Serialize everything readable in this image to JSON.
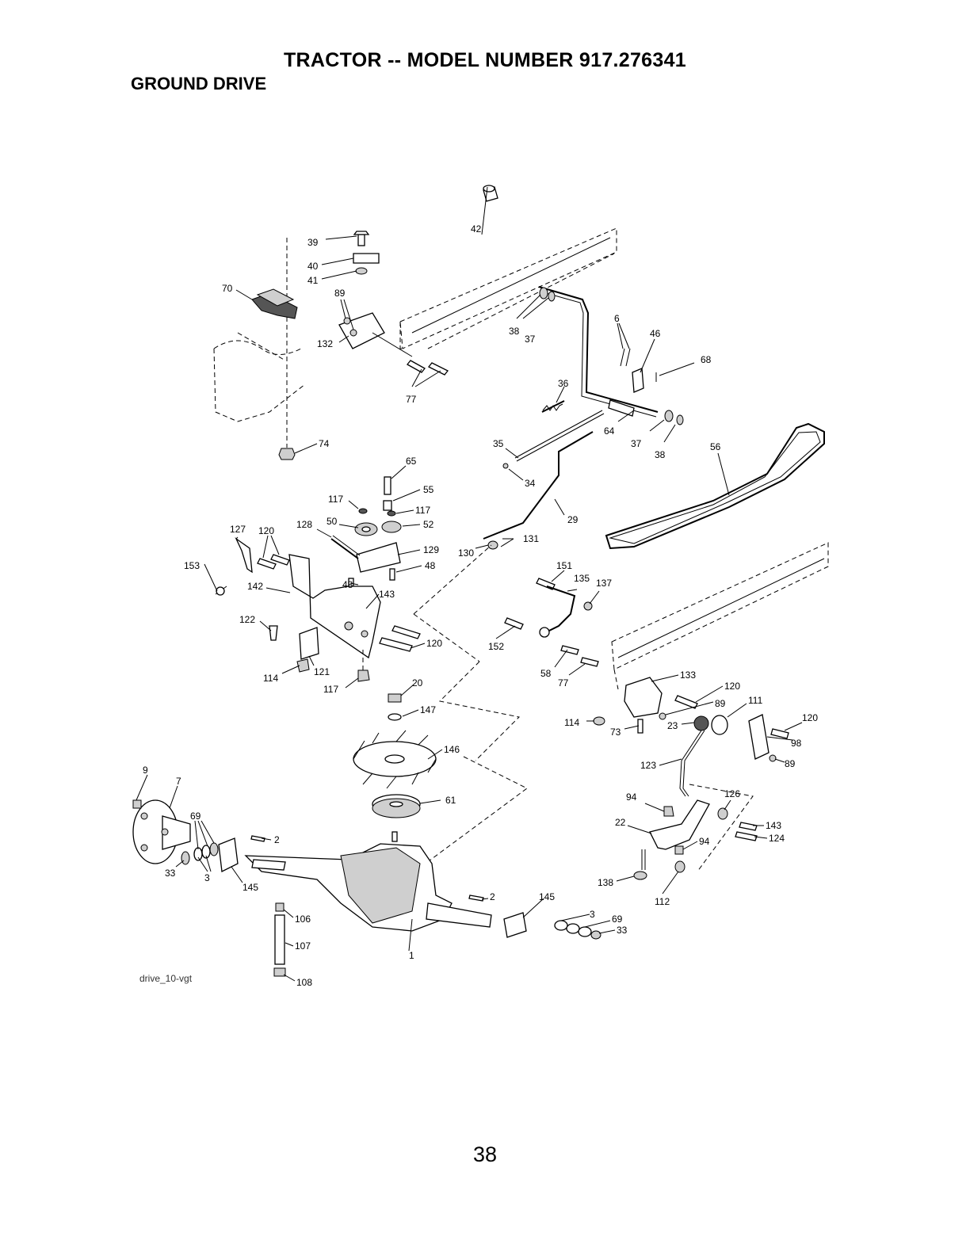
{
  "title": "TRACTOR -- MODEL NUMBER 917.276341",
  "subtitle": "GROUND DRIVE",
  "drawing_code": "drive_10-vgt",
  "page_number": "38",
  "callouts": [
    {
      "id": "c39",
      "label": "39"
    },
    {
      "id": "c40",
      "label": "40"
    },
    {
      "id": "c41",
      "label": "41"
    },
    {
      "id": "c42",
      "label": "42"
    },
    {
      "id": "c70",
      "label": "70"
    },
    {
      "id": "c89a",
      "label": "89"
    },
    {
      "id": "c132",
      "label": "132"
    },
    {
      "id": "c77a",
      "label": "77"
    },
    {
      "id": "c38a",
      "label": "38"
    },
    {
      "id": "c37a",
      "label": "37"
    },
    {
      "id": "c6",
      "label": "6"
    },
    {
      "id": "c46",
      "label": "46"
    },
    {
      "id": "c68",
      "label": "68"
    },
    {
      "id": "c36",
      "label": "36"
    },
    {
      "id": "c64",
      "label": "64"
    },
    {
      "id": "c37b",
      "label": "37"
    },
    {
      "id": "c38b",
      "label": "38"
    },
    {
      "id": "c56",
      "label": "56"
    },
    {
      "id": "c74",
      "label": "74"
    },
    {
      "id": "c35",
      "label": "35"
    },
    {
      "id": "c34",
      "label": "34"
    },
    {
      "id": "c29",
      "label": "29"
    },
    {
      "id": "c65",
      "label": "65"
    },
    {
      "id": "c55",
      "label": "55"
    },
    {
      "id": "c117a",
      "label": "117"
    },
    {
      "id": "c117b",
      "label": "117"
    },
    {
      "id": "c50",
      "label": "50"
    },
    {
      "id": "c52",
      "label": "52"
    },
    {
      "id": "c127",
      "label": "127"
    },
    {
      "id": "c120a",
      "label": "120"
    },
    {
      "id": "c128",
      "label": "128"
    },
    {
      "id": "c129",
      "label": "129"
    },
    {
      "id": "c48a",
      "label": "48"
    },
    {
      "id": "c48b",
      "label": "48"
    },
    {
      "id": "c153",
      "label": "153"
    },
    {
      "id": "c142",
      "label": "142"
    },
    {
      "id": "c143a",
      "label": "143"
    },
    {
      "id": "c130",
      "label": "130"
    },
    {
      "id": "c131",
      "label": "131"
    },
    {
      "id": "c151",
      "label": "151"
    },
    {
      "id": "c135",
      "label": "135"
    },
    {
      "id": "c137",
      "label": "137"
    },
    {
      "id": "c122",
      "label": "122"
    },
    {
      "id": "c120b",
      "label": "120"
    },
    {
      "id": "c152",
      "label": "152"
    },
    {
      "id": "c114a",
      "label": "114"
    },
    {
      "id": "c121",
      "label": "121"
    },
    {
      "id": "c117c",
      "label": "117"
    },
    {
      "id": "c58",
      "label": "58"
    },
    {
      "id": "c77b",
      "label": "77"
    },
    {
      "id": "c133",
      "label": "133"
    },
    {
      "id": "c120c",
      "label": "120"
    },
    {
      "id": "c20",
      "label": "20"
    },
    {
      "id": "c147",
      "label": "147"
    },
    {
      "id": "c89b",
      "label": "89"
    },
    {
      "id": "c111",
      "label": "111"
    },
    {
      "id": "c114b",
      "label": "114"
    },
    {
      "id": "c73",
      "label": "73"
    },
    {
      "id": "c23",
      "label": "23"
    },
    {
      "id": "c120d",
      "label": "120"
    },
    {
      "id": "c98",
      "label": "98"
    },
    {
      "id": "c146",
      "label": "146"
    },
    {
      "id": "c123",
      "label": "123"
    },
    {
      "id": "c89c",
      "label": "89"
    },
    {
      "id": "c9",
      "label": "9"
    },
    {
      "id": "c7",
      "label": "7"
    },
    {
      "id": "c61",
      "label": "61"
    },
    {
      "id": "c94a",
      "label": "94"
    },
    {
      "id": "c126",
      "label": "126"
    },
    {
      "id": "c69a",
      "label": "69"
    },
    {
      "id": "c2a",
      "label": "2"
    },
    {
      "id": "c22",
      "label": "22"
    },
    {
      "id": "c143b",
      "label": "143"
    },
    {
      "id": "c124",
      "label": "124"
    },
    {
      "id": "c94b",
      "label": "94"
    },
    {
      "id": "c33a",
      "label": "33"
    },
    {
      "id": "c3a",
      "label": "3"
    },
    {
      "id": "c145a",
      "label": "145"
    },
    {
      "id": "c138",
      "label": "138"
    },
    {
      "id": "c112",
      "label": "112"
    },
    {
      "id": "c2b",
      "label": "2"
    },
    {
      "id": "c145b",
      "label": "145"
    },
    {
      "id": "c106",
      "label": "106"
    },
    {
      "id": "c3b",
      "label": "3"
    },
    {
      "id": "c69b",
      "label": "69"
    },
    {
      "id": "c33b",
      "label": "33"
    },
    {
      "id": "c107",
      "label": "107"
    },
    {
      "id": "c1",
      "label": "1"
    },
    {
      "id": "c108",
      "label": "108"
    }
  ]
}
